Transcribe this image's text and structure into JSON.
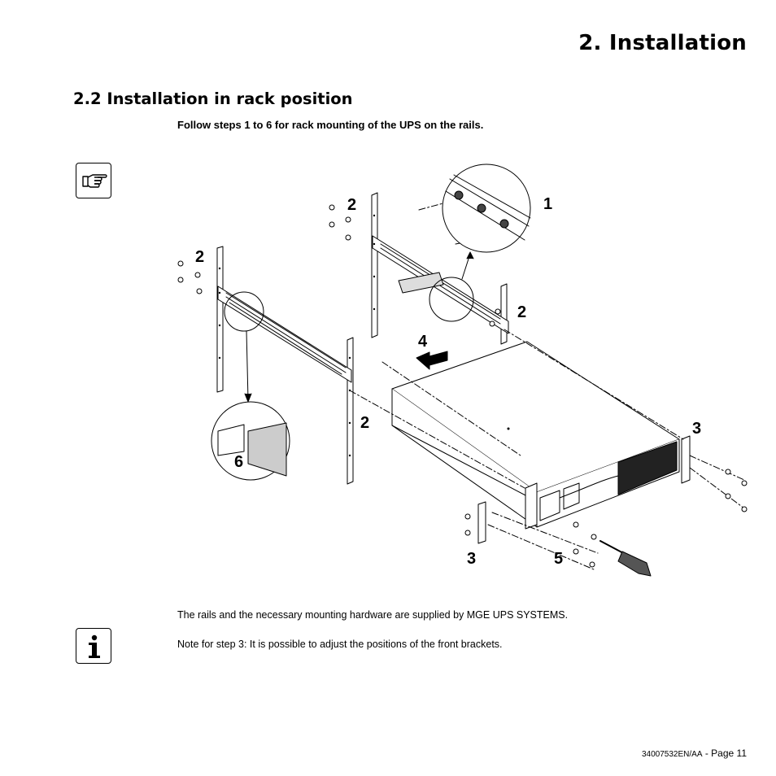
{
  "header": {
    "chapter_title": "2. Installation"
  },
  "section": {
    "title": "2.2 Installation in rack position",
    "intro": "Follow steps 1 to 6 for rack mounting of the UPS on the rails."
  },
  "figure": {
    "steps": [
      {
        "id": "1",
        "label": "1"
      },
      {
        "id": "2a",
        "label": "2"
      },
      {
        "id": "2b",
        "label": "2"
      },
      {
        "id": "2c",
        "label": "2"
      },
      {
        "id": "2d",
        "label": "2"
      },
      {
        "id": "3a",
        "label": "3"
      },
      {
        "id": "3b",
        "label": "3"
      },
      {
        "id": "4",
        "label": "4"
      },
      {
        "id": "5",
        "label": "5"
      },
      {
        "id": "6",
        "label": "6"
      }
    ]
  },
  "notes": {
    "supplied": "The rails and the necessary mounting hardware are supplied by MGE UPS SYSTEMS.",
    "step3": "Note for step 3: It is possible to adjust the positions of the front brackets."
  },
  "footer": {
    "doc_ref": "34007532EN/AA",
    "page": " - Page 11"
  },
  "icons": {
    "hand": "pointing-hand-icon",
    "info": "info-icon"
  }
}
